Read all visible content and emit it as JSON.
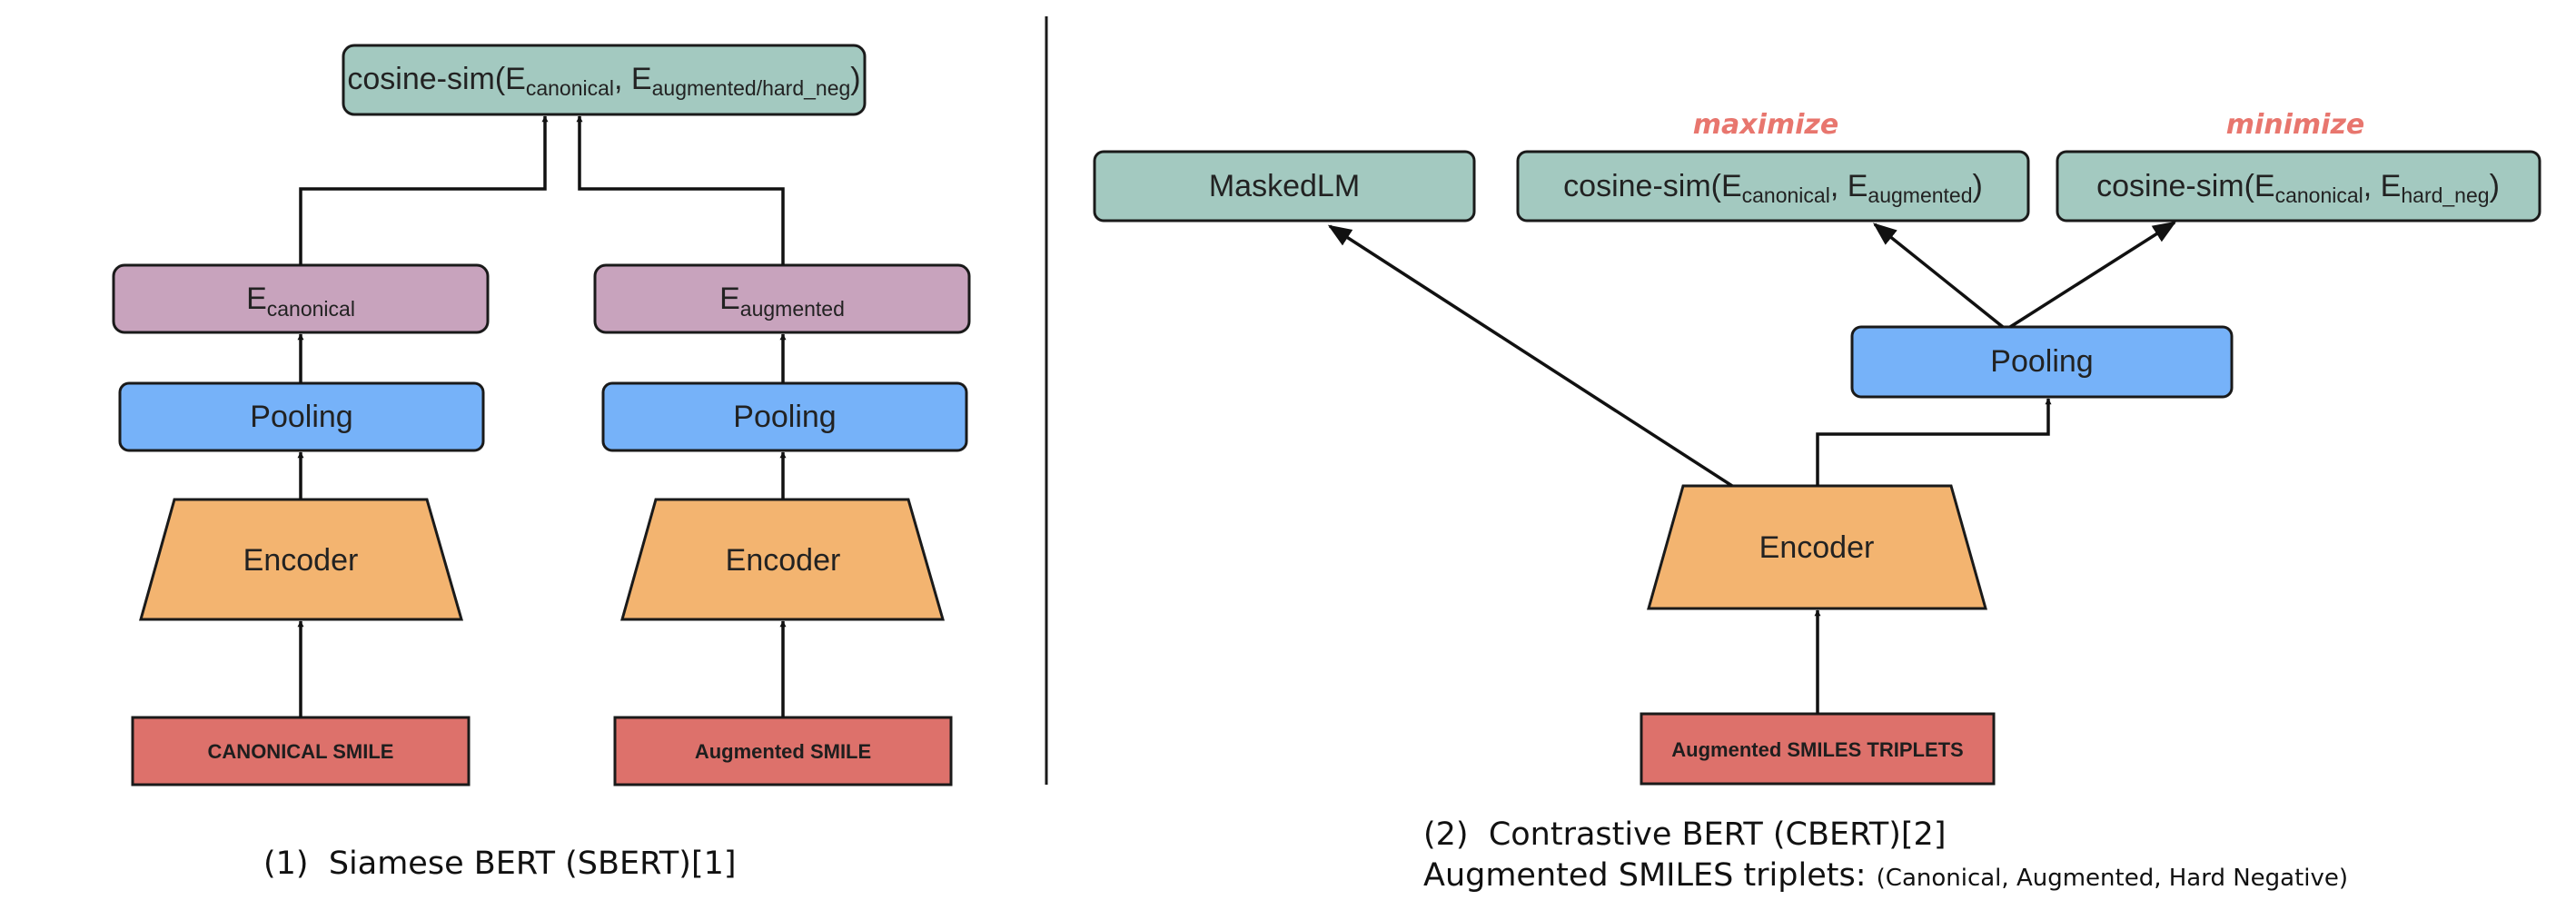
{
  "colors": {
    "output": "#a3c9c0",
    "embedding": "#c8a3bd",
    "pooling": "#76b2f9",
    "encoder": "#f3b470",
    "input": "#dd716b",
    "annotation": "#e8766e",
    "stroke": "#1a1a1a"
  },
  "left": {
    "cosine": {
      "base": "cosine-sim(E",
      "sub1": "canonical",
      "sep": ", E",
      "sub2": "augmented/hard_neg",
      "close": ")"
    },
    "emb_canonical": {
      "base": "E",
      "sub": "canonical"
    },
    "emb_augmented": {
      "base": "E",
      "sub": "augmented"
    },
    "pooling_label": "Pooling",
    "encoder_label": "Encoder",
    "input_canonical": "CANONICAL SMILE",
    "input_augmented": "Augmented SMILE",
    "caption": "(1)  Siamese BERT (SBERT)[1]"
  },
  "right": {
    "maskedlm_label": "MaskedLM",
    "maximize_note": "maximize",
    "minimize_note": "minimize",
    "cos_aug": {
      "base": "cosine-sim(E",
      "sub1": "canonical",
      "sep": ", E",
      "sub2": "augmented",
      "close": ")"
    },
    "cos_neg": {
      "base": "cosine-sim(E",
      "sub1": "canonical",
      "sep": ", E",
      "sub2": "hard_neg",
      "close": ")"
    },
    "pooling_label": "Pooling",
    "encoder_label": "Encoder",
    "input_label": "Augmented SMILES TRIPLETS",
    "caption_line1": "(2)  Contrastive BERT (CBERT)[2]",
    "caption_line2_main": "Augmented SMILES triplets: ",
    "caption_line2_small": "(Canonical, Augmented, Hard Negative)"
  }
}
